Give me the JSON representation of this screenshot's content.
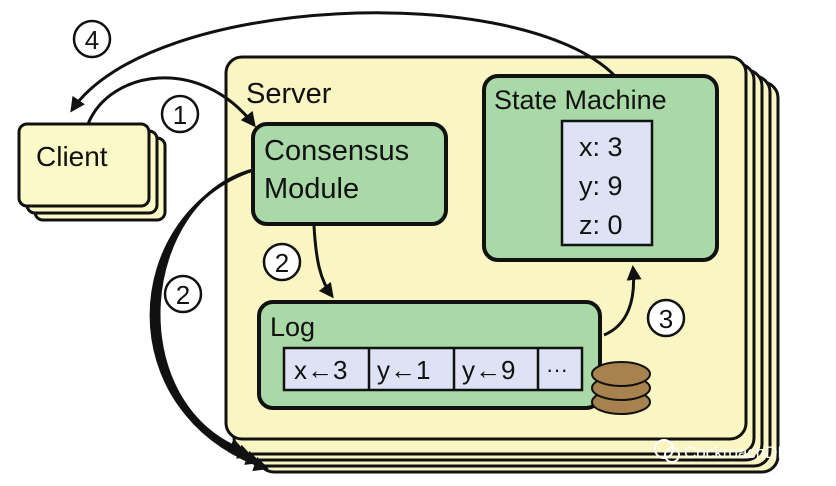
{
  "diagram": {
    "client_label": "Client",
    "server_label": "Server",
    "consensus_label_line1": "Consensus",
    "consensus_label_line2": "Module",
    "state_machine_label": "State Machine",
    "state_vars": [
      "x: 3",
      "y: 9",
      "z: 0"
    ],
    "log_label": "Log",
    "log_entries": [
      "x←3",
      "y←1",
      "y←9",
      "···"
    ],
    "step_numbers": [
      "1",
      "2",
      "2",
      "3",
      "4"
    ],
    "watermark": "CockroachDB"
  },
  "colors": {
    "server_fill": "#f9f6c4",
    "client_fill": "#fbf9c8",
    "module_fill": "#a8d9a6",
    "cell_fill": "#dde3f4",
    "disk_fill": "#a8824e",
    "stroke": "#111111"
  }
}
